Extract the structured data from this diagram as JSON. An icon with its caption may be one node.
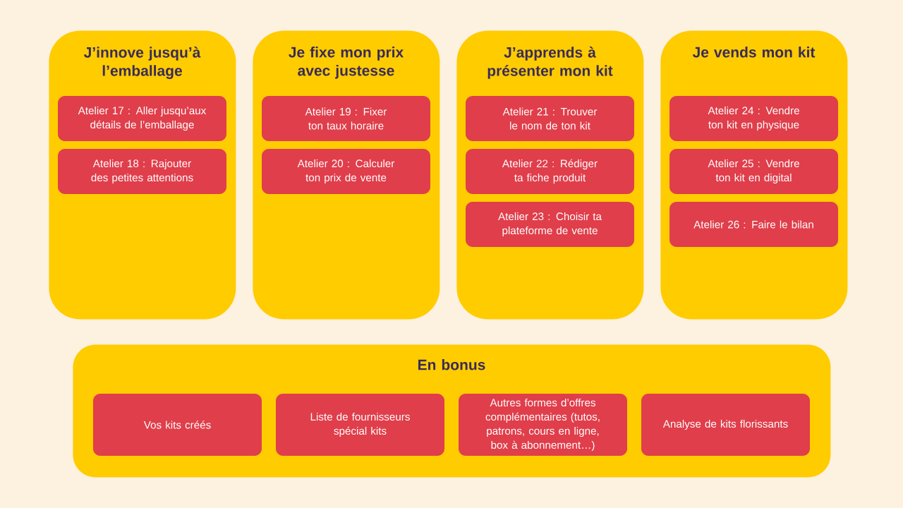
{
  "diagram": {
    "nodes": [
      {
        "text": [
          "J’innove jusqu’à l’emballage"
        ]
      },
      {
        "text": [
          "Atelier 17 : Aller jusqu’aux détails de l’emballage"
        ],
        "in": 0
      },
      {
        "text": [
          "Atelier 18 : Rajouter des petites attentions"
        ],
        "in": 0
      },
      {
        "text": [
          "Je fixe mon prix avec justesse"
        ]
      },
      {
        "text": [
          "Atelier 19 : Fixer ton taux horaire"
        ],
        "in": 3
      },
      {
        "text": [
          "Atelier 20 : Calculer ton prix de vente"
        ],
        "in": 3
      },
      {
        "text": [
          "J’apprends à présenter mon kit"
        ]
      },
      {
        "text": [
          "Atelier 21 : Trouver le nom de ton kit"
        ],
        "in": 6
      },
      {
        "text": [
          "Atelier 22 : Rédiger ta fiche produit"
        ],
        "in": 6
      },
      {
        "text": [
          "Atelier 23 : Choisir ta plateforme de vente"
        ],
        "in": 6
      },
      {
        "text": [
          "Je vends mon kit"
        ]
      },
      {
        "text": [
          "Atelier 24 : Vendre ton kit en physique"
        ],
        "in": 10
      },
      {
        "text": [
          "Atelier 25 : Vendre ton kit en digital"
        ],
        "in": 10
      },
      {
        "text": [
          "Atelier 26 : Faire le bilan"
        ],
        "in": 10
      },
      {
        "text": [
          "En bonus"
        ]
      },
      {
        "text": [
          "Vos kits créés"
        ],
        "in": 14
      },
      {
        "text": [
          "Liste de fournisseurs spécial kits"
        ],
        "in": 14
      },
      {
        "text": [
          "Autres formes d’offres complémentaires (tutos, patrons, cours en ligne, box à abonnement…)"
        ],
        "in": 14
      },
      {
        "text": [
          "Analyse de kits florissants"
        ],
        "in": 14
      }
    ]
  }
}
